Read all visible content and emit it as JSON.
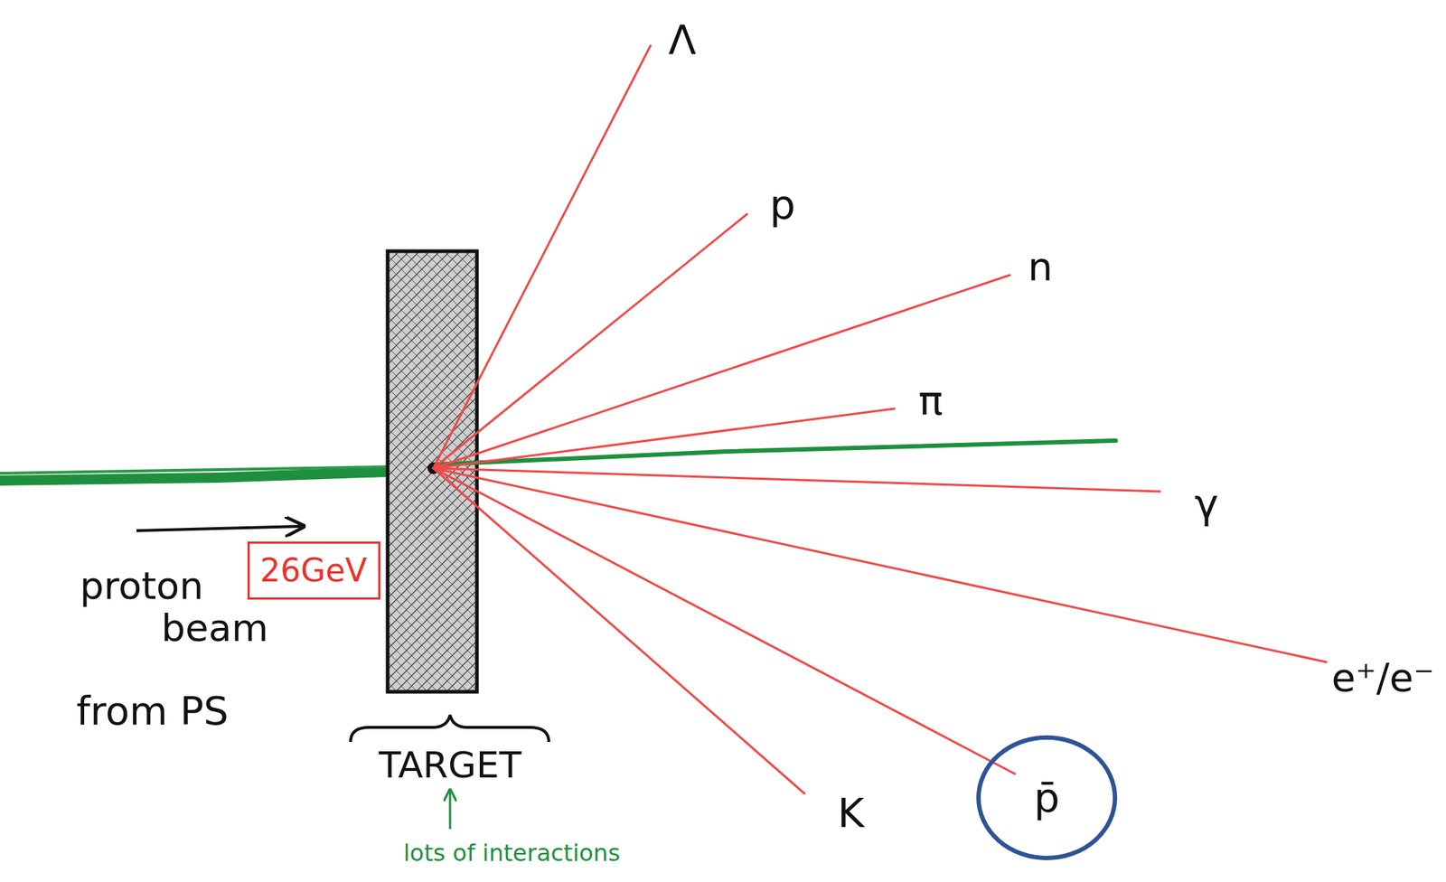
{
  "diagram": {
    "nodes": [
      {
        "text": [
          "26GeV"
        ]
      },
      {
        "text": [
          "p̄"
        ]
      }
    ],
    "labels": [
      "Λ",
      "p",
      "n",
      "π",
      "γ",
      "e⁺/e⁻",
      "K",
      "proton",
      "beam",
      "from PS",
      "TARGET",
      "lots of interactions"
    ]
  }
}
